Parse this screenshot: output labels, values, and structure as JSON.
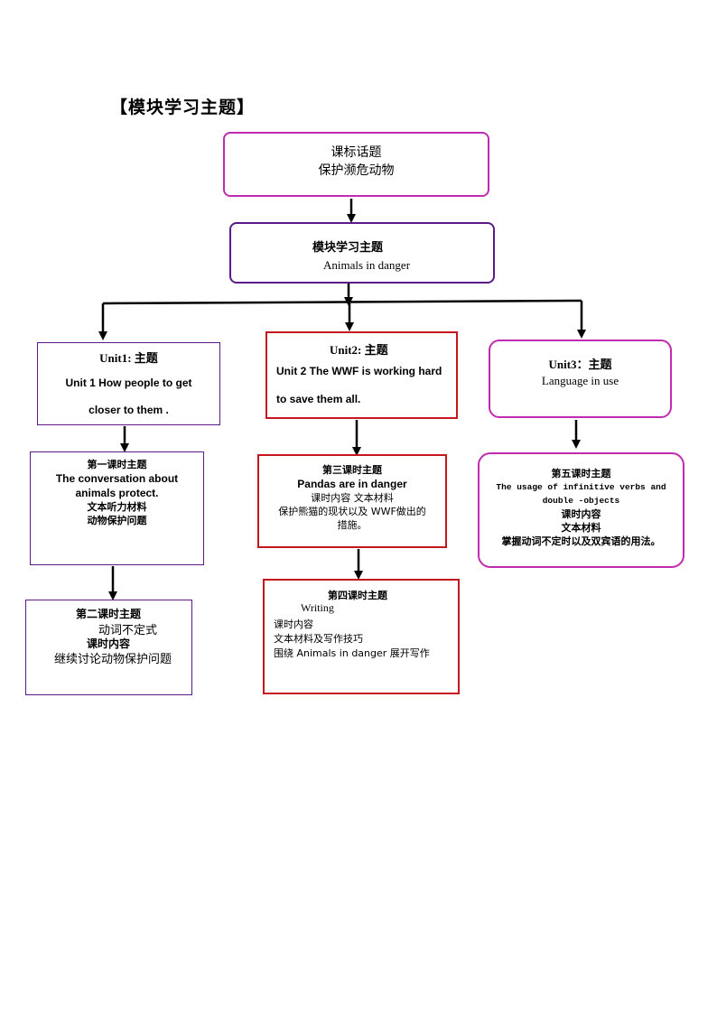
{
  "page_title": "【模块学习主题】",
  "colors": {
    "magenta": "#c02bb0",
    "purple": "#5a1a87",
    "red": "#c4161c",
    "arrow": "#000000"
  },
  "nodes": {
    "topic": {
      "line1": "课标话题",
      "line2": "保护濒危动物"
    },
    "module": {
      "line1": "模块学习主题",
      "line2": "Animals   in   danger"
    },
    "unit1": {
      "line1": "Unit1:  主题",
      "line2": "Unit 1 How people to get",
      "line3": "closer to them ."
    },
    "unit2": {
      "line1": "Unit2:  主题",
      "line2": "Unit 2 The WWF is working hard",
      "line3": "to save them all."
    },
    "unit3": {
      "line1": "Unit3：主题",
      "line2": "Language   in   use"
    },
    "lesson1": {
      "line1": "第一课时主题",
      "line2": "The conversation about",
      "line3": "animals protect.",
      "line4": "文本听力材料",
      "line5": "动物保护问题"
    },
    "lesson2": {
      "line1": "第二课时主题",
      "line2": "动词不定式",
      "line3": "课时内容",
      "line4": "继续讨论动物保护问题"
    },
    "lesson3": {
      "line1": "第三课时主题",
      "line2": "Pandas are in danger",
      "line3": "课时内容  文本材料",
      "line4": "保护熊猫的现状以及 WWF做出的",
      "line5": "措施。"
    },
    "lesson4": {
      "line1": "第四课时主题",
      "line2": "Writing",
      "line3": "课时内容",
      "line4": "文本材料及写作技巧",
      "line5": "围绕  Animals in danger  展开写作"
    },
    "lesson5": {
      "line1": "第五课时主题",
      "line2": "The usage of infinitive verbs and",
      "line3": "double -objects",
      "line4": "课时内容",
      "line5": "文本材料",
      "line6": "掌握动词不定时以及双宾语的用法。"
    }
  }
}
